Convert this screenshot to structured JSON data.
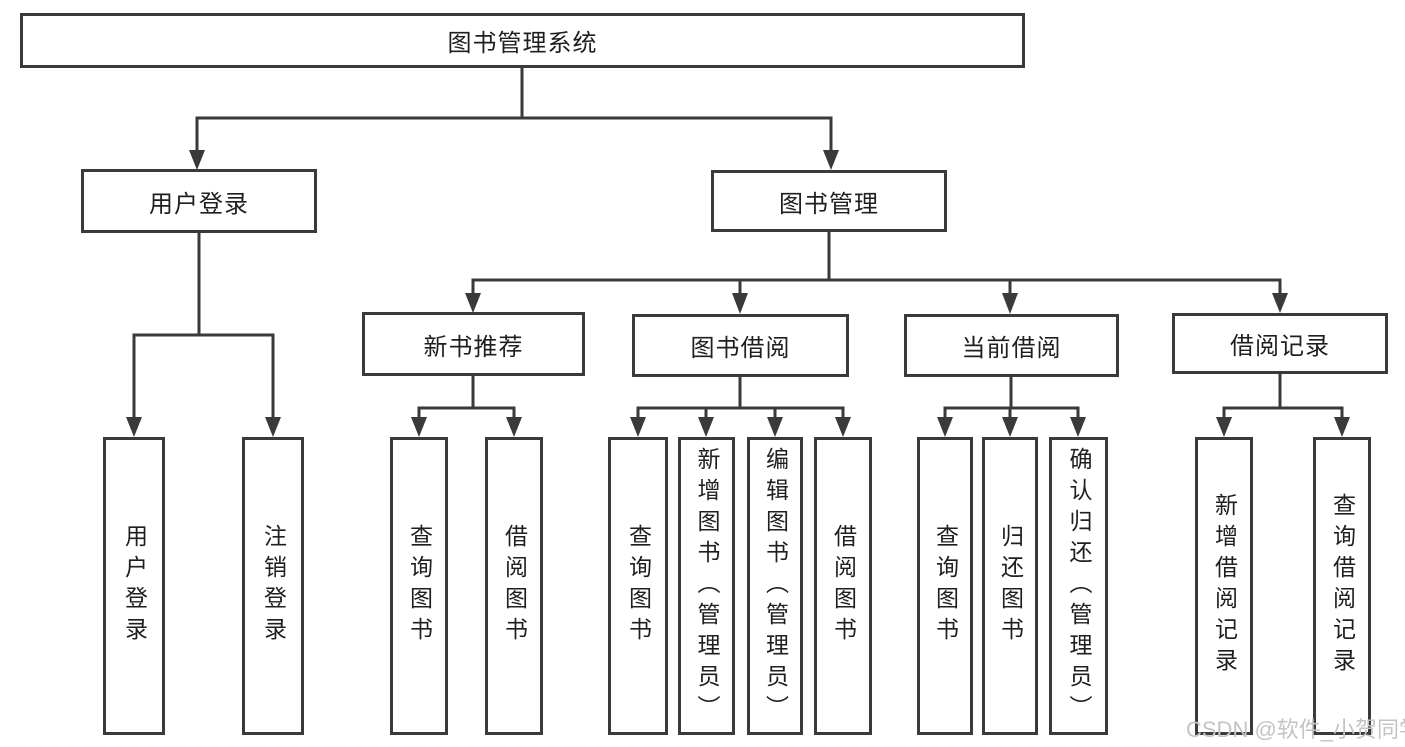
{
  "colors": {
    "line": "#3a3a3a",
    "text": "#1f1f1f",
    "watermark": "#c4c4c4",
    "background": "#ffffff"
  },
  "watermark": {
    "text": "CSDN @软件_小贺同学"
  },
  "tree": {
    "label": "图书管理系统",
    "children": [
      {
        "label": "用户登录",
        "children": [
          {
            "label": "用户登录"
          },
          {
            "label": "注销登录"
          }
        ]
      },
      {
        "label": "图书管理",
        "children": [
          {
            "label": "新书推荐",
            "children": [
              {
                "label": "查询图书"
              },
              {
                "label": "借阅图书"
              }
            ]
          },
          {
            "label": "图书借阅",
            "children": [
              {
                "label": "查询图书"
              },
              {
                "label": "新增图书（管理员）"
              },
              {
                "label": "编辑图书（管理员）"
              },
              {
                "label": "借阅图书"
              }
            ]
          },
          {
            "label": "当前借阅",
            "children": [
              {
                "label": "查询图书"
              },
              {
                "label": "归还图书"
              },
              {
                "label": "确认归还（管理员）"
              }
            ]
          },
          {
            "label": "借阅记录",
            "children": [
              {
                "label": "新增借阅记录"
              },
              {
                "label": "查询借阅记录"
              }
            ]
          }
        ]
      }
    ]
  }
}
